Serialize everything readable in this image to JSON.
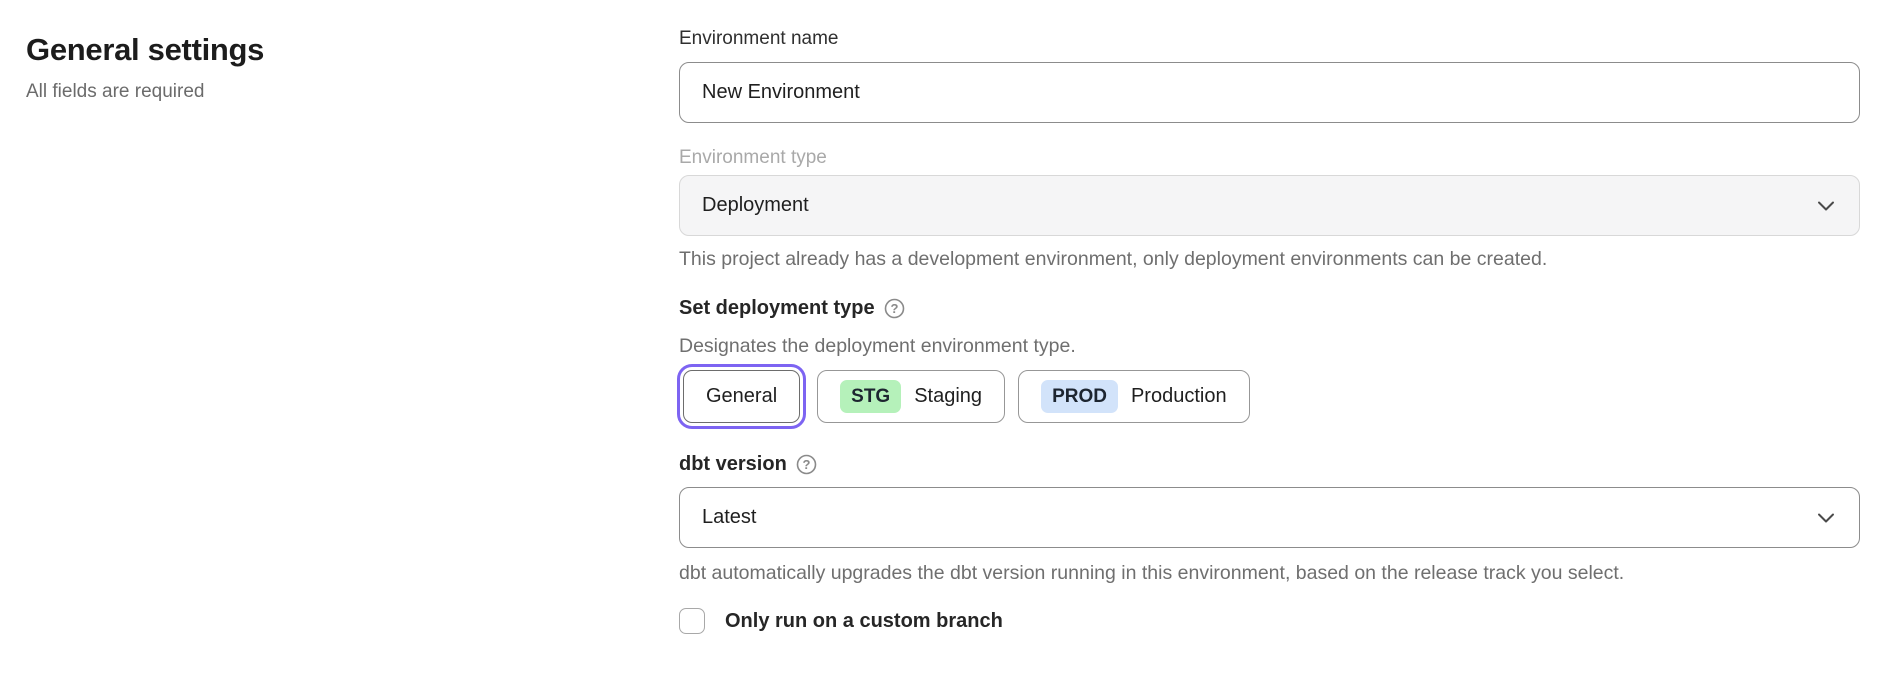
{
  "page": {
    "title": "General settings",
    "subtitle": "All fields are required"
  },
  "form": {
    "environment_name": {
      "label": "Environment name",
      "value": "New Environment"
    },
    "environment_type": {
      "label": "Environment type",
      "value": "Deployment",
      "helper": "This project already has a development environment, only deployment environments can be created."
    },
    "deployment_type": {
      "label": "Set deployment type",
      "helper": "Designates the deployment environment type.",
      "options": [
        {
          "label": "General",
          "selected": true
        },
        {
          "badge": "STG",
          "label": "Staging",
          "selected": false
        },
        {
          "badge": "PROD",
          "label": "Production",
          "selected": false
        }
      ]
    },
    "dbt_version": {
      "label": "dbt version",
      "value": "Latest",
      "helper": "dbt automatically upgrades the dbt version running in this environment, based on the release track you select."
    },
    "custom_branch": {
      "label": "Only run on a custom branch",
      "checked": false
    }
  },
  "icons": {
    "help_glyph": "?"
  },
  "colors": {
    "accent_purple": "#7d64f2",
    "badge_staging_bg": "#b5f1ba",
    "badge_production_bg": "#d2e3fa",
    "disabled_field_bg": "#f5f5f6"
  }
}
